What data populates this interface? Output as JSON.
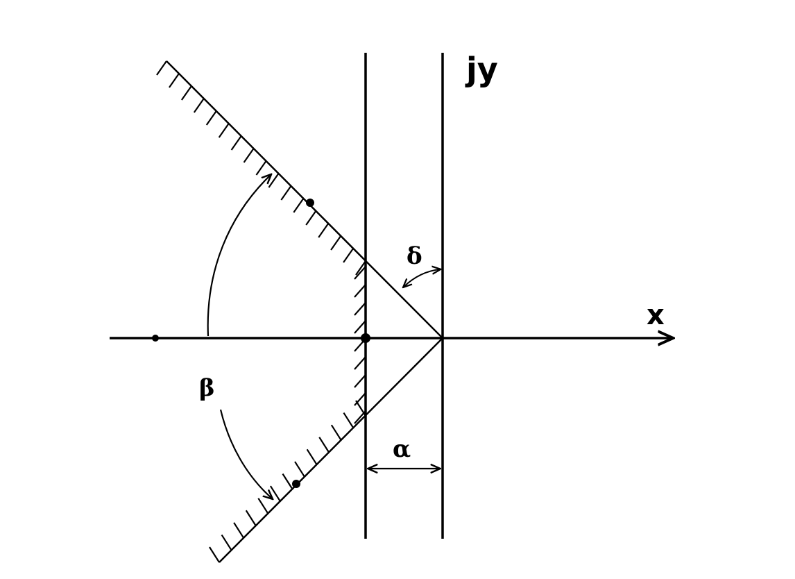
{
  "labels": {
    "imaginary_axis": "jy",
    "real_axis": "x",
    "alpha": "α",
    "beta": "β",
    "delta": "δ"
  },
  "colors": {
    "background": "#ffffff",
    "ink": "#000000"
  }
}
